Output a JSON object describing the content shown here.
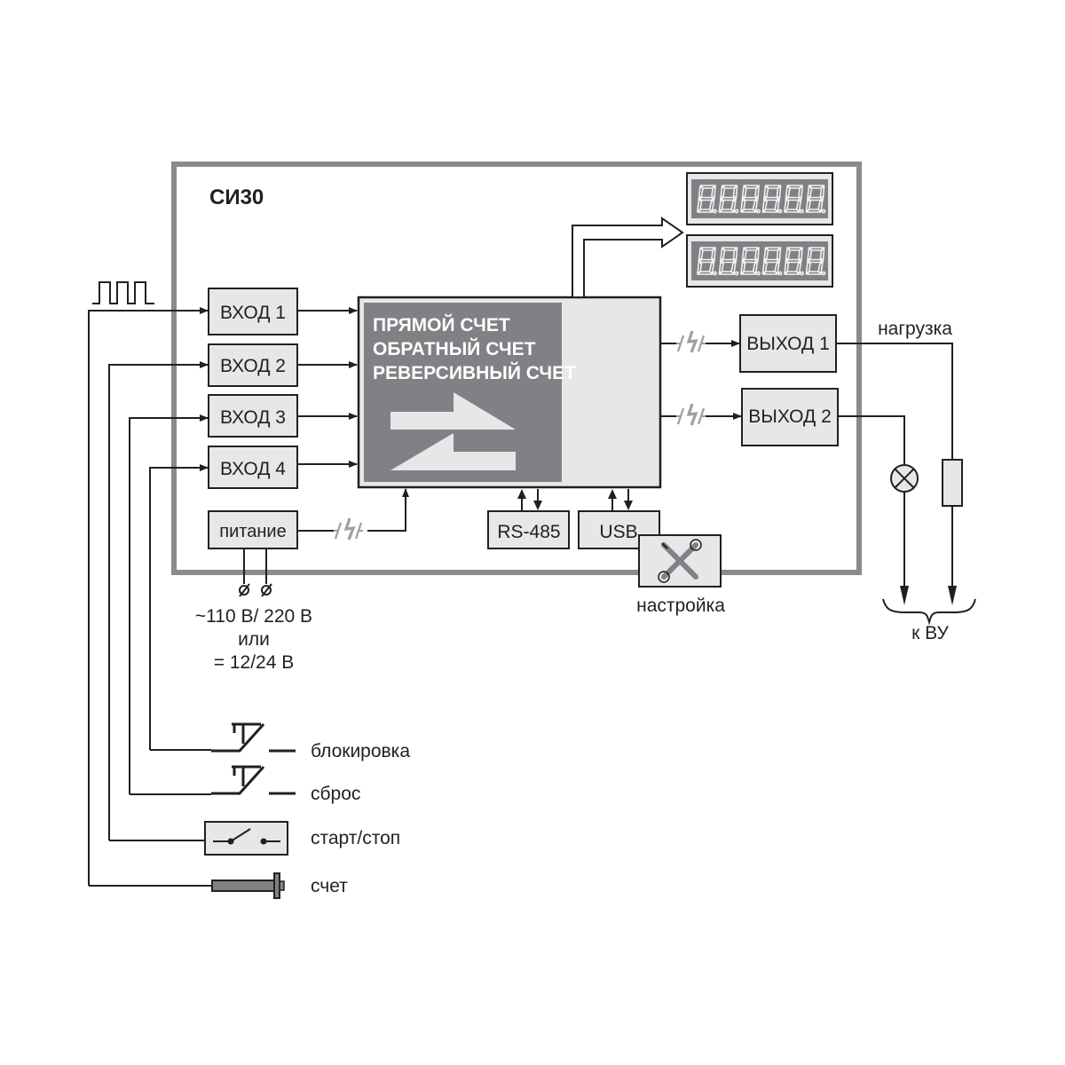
{
  "device": {
    "title": "СИ30"
  },
  "inputs": [
    {
      "label": "ВХОД 1"
    },
    {
      "label": "ВХОД 2"
    },
    {
      "label": "ВХОД 3"
    },
    {
      "label": "ВХОД 4"
    }
  ],
  "power": {
    "label": "питание",
    "voltage_ac": "~110 В/ 220 В",
    "or": "или",
    "voltage_dc": "= 12/24 В"
  },
  "processor": {
    "modes": [
      "ПРЯМОЙ СЧЕТ",
      "ОБРАТНЫЙ СЧЕТ",
      "РЕВЕРСИВНЫЙ СЧЕТ"
    ]
  },
  "displays": [
    {
      "digits": "8.8.8.8.8.8"
    },
    {
      "digits": "8.8.8.8.8.8"
    }
  ],
  "outputs": [
    {
      "label": "ВЫХОД 1"
    },
    {
      "label": "ВЫХОД 2"
    }
  ],
  "interfaces": {
    "rs485": "RS-485",
    "usb": "USB",
    "setup": "настройка"
  },
  "external": {
    "load": "нагрузка",
    "to_device": "к ВУ"
  },
  "field_devices": [
    {
      "label": "блокировка"
    },
    {
      "label": "сброс"
    },
    {
      "label": "старт/стоп"
    },
    {
      "label": "счет"
    }
  ],
  "colors": {
    "frame": "#8a8b8d",
    "box_fill": "#e6e7e8",
    "dark_panel": "#808184",
    "line": "#231f20"
  }
}
